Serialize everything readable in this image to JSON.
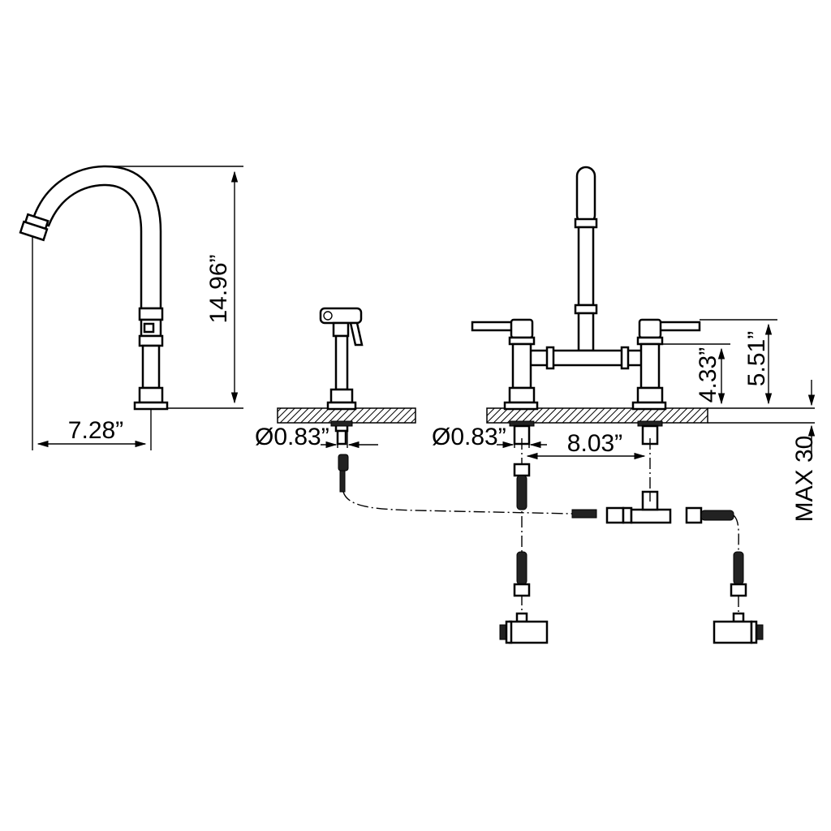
{
  "dimensions": {
    "spout_height": "14.96”",
    "spout_reach": "7.28”",
    "sprayer_hole": "Ø0.83”",
    "faucet_hole": "Ø0.83”",
    "center_spacing": "8.03”",
    "handle_height_low": "4.33”",
    "handle_height_high": "5.51”",
    "max_deck": "MAX 30"
  }
}
